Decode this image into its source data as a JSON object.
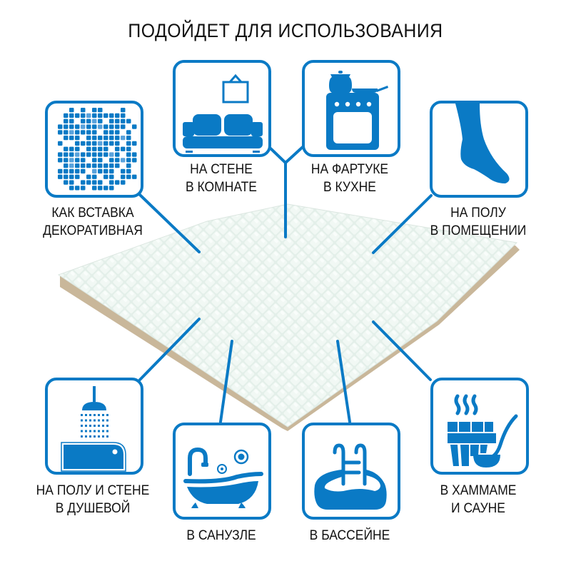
{
  "header": {
    "title": "ПОДОЙДЕТ ДЛЯ ИСПОЛЬЗОВАНИЯ"
  },
  "colors": {
    "accent": "#0a7ac5",
    "accent_light": "#5aa3dc",
    "text": "#111111",
    "mosaic": "#e8f3ee"
  },
  "center_image": {
    "name": "white-glass-mosaic-sheet"
  },
  "uses": [
    {
      "id": "decor-insert",
      "icon": "mosaic-pattern-icon",
      "lines": [
        "КАК ВСТАВКА",
        "ДЕКОРАТИВНАЯ"
      ]
    },
    {
      "id": "room-wall",
      "icon": "sofa-picture-icon",
      "lines": [
        "НА СТЕНЕ",
        "В КОМНАТЕ"
      ]
    },
    {
      "id": "kitchen-backsplash",
      "icon": "stove-icon",
      "lines": [
        "НА ФАРТУКЕ",
        "В КУХНЕ"
      ]
    },
    {
      "id": "indoor-floor",
      "icon": "foot-icon",
      "lines": [
        "НА ПОЛУ",
        "В ПОМЕЩЕНИИ"
      ]
    },
    {
      "id": "shower",
      "icon": "shower-icon",
      "lines": [
        "НА ПОЛУ И СТЕНЕ",
        "В ДУШЕВОЙ"
      ]
    },
    {
      "id": "bathroom",
      "icon": "bathtub-icon",
      "lines": [
        "В САНУЗЛЕ"
      ]
    },
    {
      "id": "pool",
      "icon": "pool-icon",
      "lines": [
        "В БАССЕЙНЕ"
      ]
    },
    {
      "id": "sauna",
      "icon": "sauna-bucket-icon",
      "lines": [
        "В ХАММАМЕ",
        "И САУНЕ"
      ]
    }
  ]
}
